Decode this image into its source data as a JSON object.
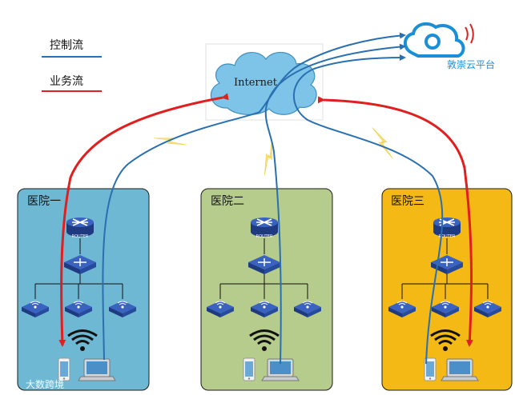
{
  "legend": {
    "control": {
      "label": "控制流",
      "color": "#2a6fb0"
    },
    "business": {
      "label": "业务流",
      "color": "#e02020"
    }
  },
  "internet": {
    "label": "Internet"
  },
  "platform": {
    "label": "敦崇云平台",
    "color": "#1a8fd8"
  },
  "hospitals": [
    {
      "label": "医院一",
      "fill": "#6fb8d4"
    },
    {
      "label": "医院二",
      "fill": "#b6cc8c"
    },
    {
      "label": "医院三",
      "fill": "#f5b915"
    }
  ],
  "router_label": "ROUTER",
  "watermark": {
    "label": "大数跨境"
  },
  "colors": {
    "lightning": "#f6e27a",
    "cloud": "#7dc4e8",
    "device": "#2e4f9e"
  }
}
